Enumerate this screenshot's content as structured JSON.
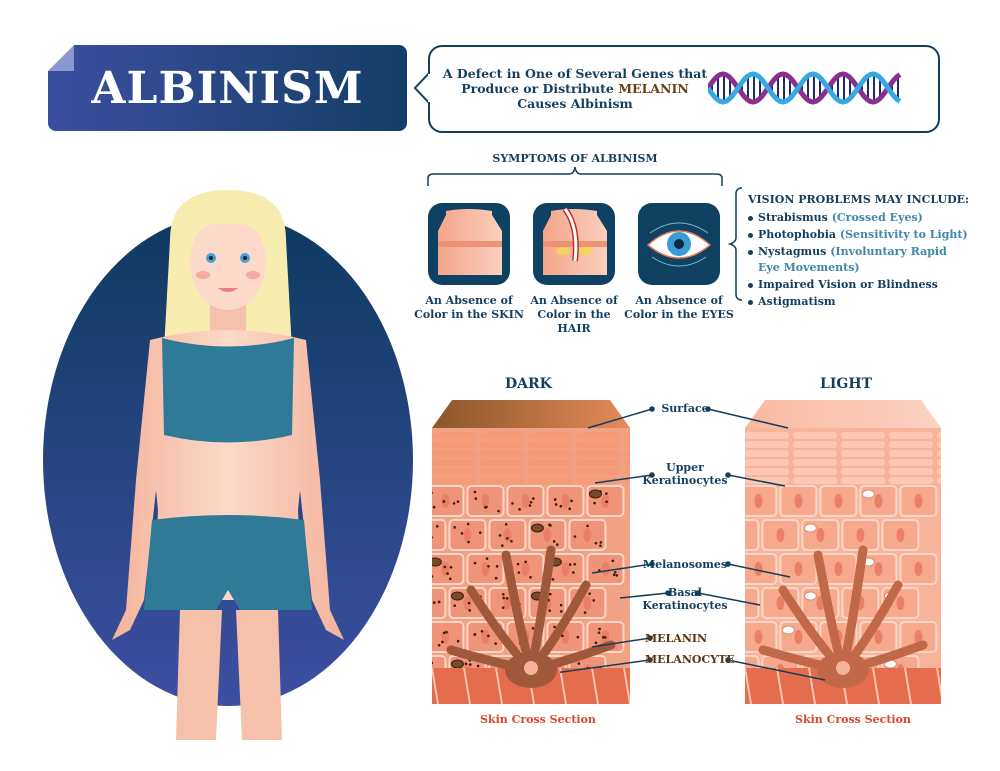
{
  "title": "ALBINISM",
  "callout": {
    "line1": "A Defect in One of Several Genes that",
    "line2_pre": "Produce or Distribute ",
    "line2_highlight": "MELANIN",
    "line3": "Causes Albinism",
    "icon": "dna-helix-icon"
  },
  "symptoms": {
    "heading": "SYMPTOMS OF ALBINISM",
    "items": [
      {
        "icon": "skin-icon",
        "line1": "An Absence of",
        "line2": "Color in the SKIN"
      },
      {
        "icon": "hair-follicle-icon",
        "line1": "An Absence of",
        "line2": "Color in the HAIR"
      },
      {
        "icon": "eye-icon",
        "line1": "An Absence of",
        "line2": "Color in the EYES"
      }
    ]
  },
  "vision": {
    "heading": "VISION PROBLEMS MAY INCLUDE:",
    "items": [
      {
        "term": "Strabismus",
        "note": "(Crossed Eyes)"
      },
      {
        "term": "Photophobia",
        "note": "(Sensitivity to Light)"
      },
      {
        "term": "Nystagmus",
        "note": "(Involuntary Rapid Eye Movements)"
      },
      {
        "term": "Impaired Vision or Blindness",
        "note": ""
      },
      {
        "term": "Astigmatism",
        "note": ""
      }
    ]
  },
  "skin": {
    "dark_title": "DARK",
    "light_title": "LIGHT",
    "caption": "Skin Cross Section",
    "labels": {
      "surface": "Surface",
      "upper1": "Upper",
      "upper2": "Keratinocytes",
      "melanosomes": "Melanosomes",
      "basal1": "Basal",
      "basal2": "Keratinocytes",
      "melanin": "MELANIN",
      "melanocyte": "MELANOCYTE"
    }
  },
  "colors": {
    "navy": "#143e5e",
    "banner_start": "#3b4fa0",
    "melanin_brown": "#6b3d12",
    "caption_red": "#d9472b",
    "note_teal": "#3f86a8"
  }
}
